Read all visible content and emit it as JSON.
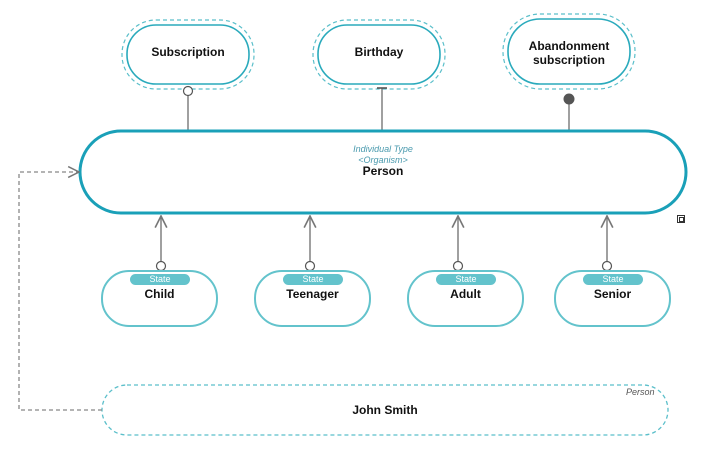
{
  "events": {
    "subscription": "Subscription",
    "birthday": "Birthday",
    "abandonment_line1": "Abandonment",
    "abandonment_line2": "subscription"
  },
  "person": {
    "type": "Individual Type",
    "stereotype": "<Organism>",
    "name": "Person"
  },
  "states": [
    {
      "tag": "State",
      "name": "Child"
    },
    {
      "tag": "State",
      "name": "Teenager"
    },
    {
      "tag": "State",
      "name": "Adult"
    },
    {
      "tag": "State",
      "name": "Senior"
    }
  ],
  "instance": {
    "type": "Person",
    "name": "John Smith"
  },
  "colors": {
    "primary": "#1aa0b8",
    "light": "#63c3cc",
    "dashed": "#5bbfca",
    "arrow": "#777777"
  }
}
